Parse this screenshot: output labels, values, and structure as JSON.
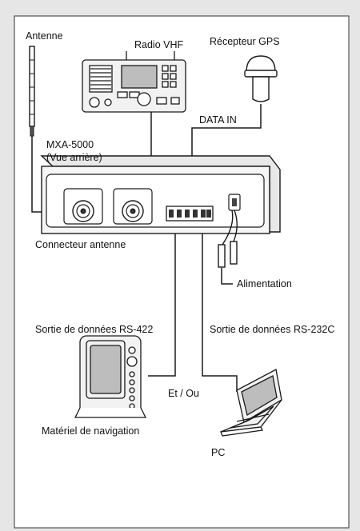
{
  "labels": {
    "antenna": "Antenne",
    "vhf_radio": "Radio VHF",
    "gps_receiver": "Récepteur GPS",
    "data_in": "DATA IN",
    "mxa_model": "MXA-5000",
    "rear_view": "(Vue arrière)",
    "antenna_connector": "Connecteur antenne",
    "power": "Alimentation",
    "rs422_output": "Sortie de données RS-422",
    "rs232c_output": "Sortie de données RS-232C",
    "and_or": "Et / Ou",
    "nav_equipment": "Matériel de navigation",
    "pc": "PC"
  },
  "colors": {
    "background": "#e6e6e6",
    "panel": "#ffffff",
    "line": "#1a1a1a",
    "device_fill": "#f2f2f2",
    "screen": "#bdbdbd"
  },
  "icons": [
    "antenna-icon",
    "vhf-radio-icon",
    "gps-receiver-icon",
    "mxa-5000-rear-panel",
    "navigation-device-icon",
    "laptop-icon",
    "power-cable-icon"
  ]
}
